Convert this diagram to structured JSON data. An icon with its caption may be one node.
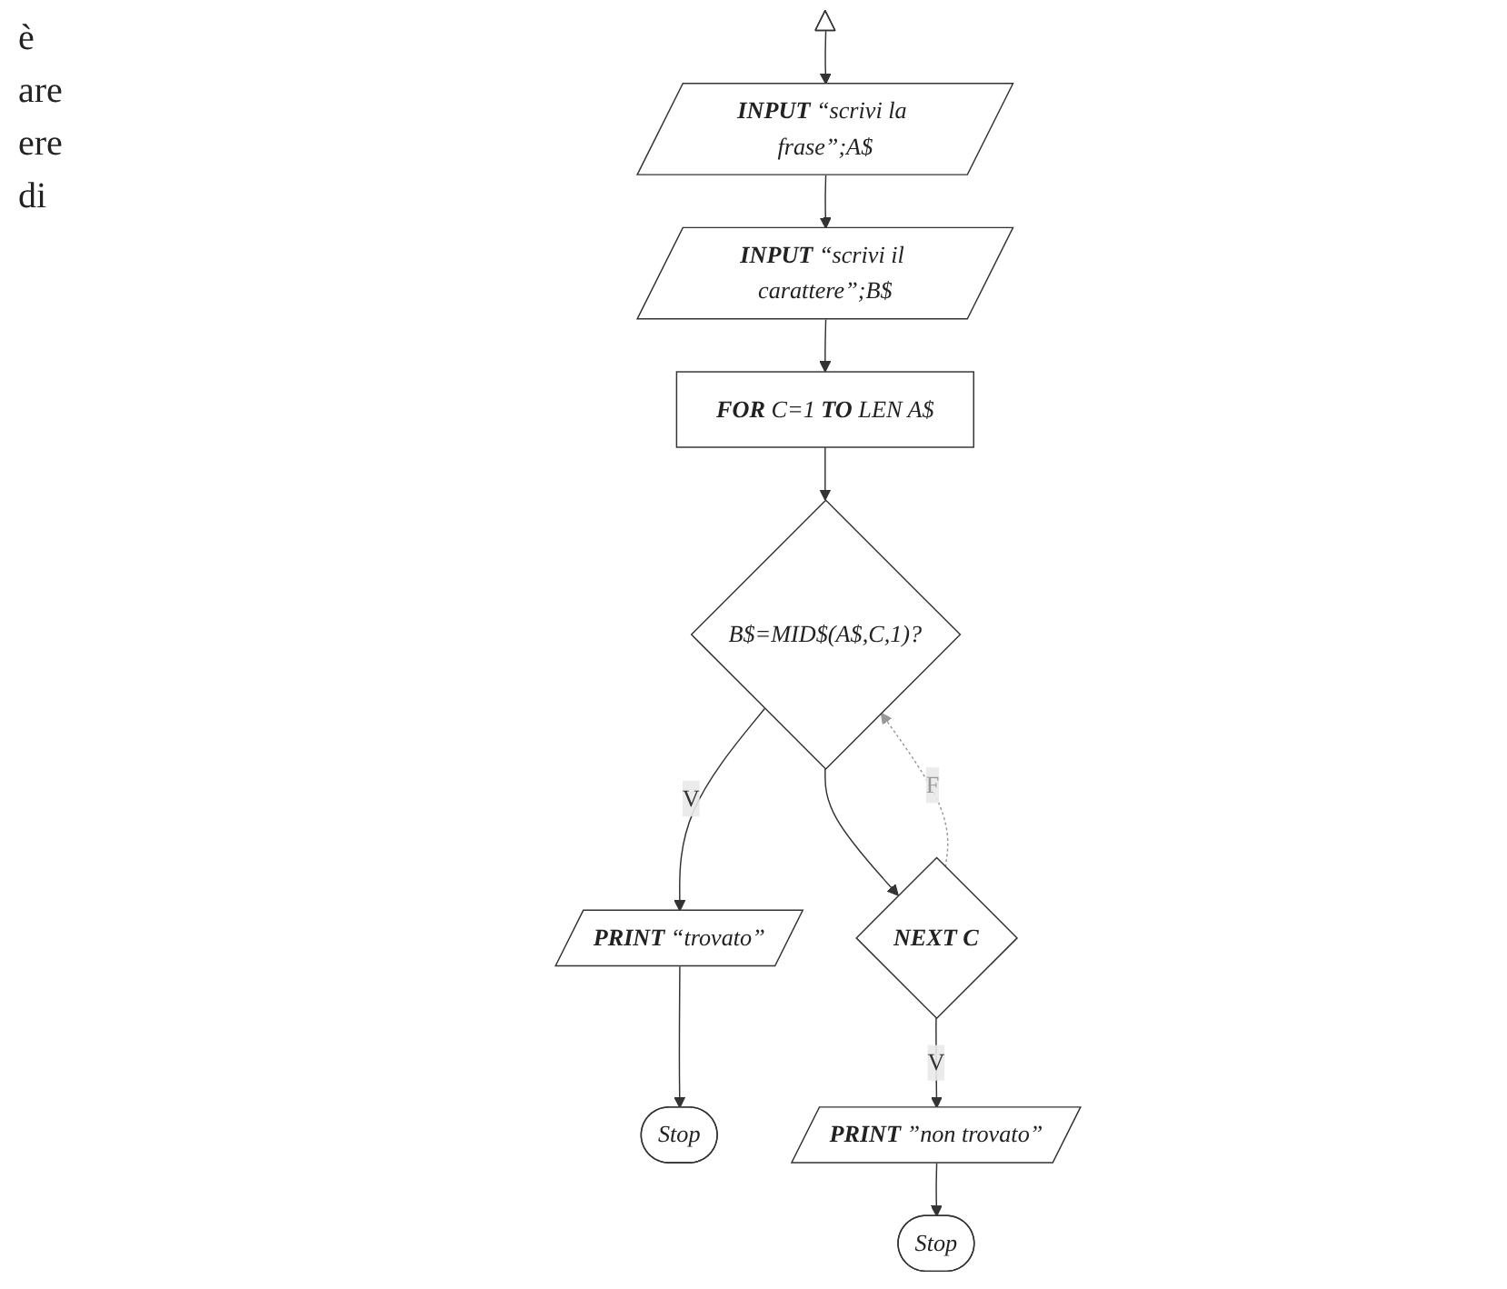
{
  "diagram": {
    "nodes": [
      {
        "text": [],
        "shape": "triangle"
      },
      {
        "text": [
          "**INPUT** “scrivi la frase”;A$"
        ]
      },
      {
        "text": [
          "**INPUT** “scrivi il carattere”;B$"
        ]
      },
      {
        "text": [
          "**FOR** C=1 **TO** LEN A$"
        ]
      },
      {
        "text": [
          "B$=MID$(A$,C,1)?"
        ]
      },
      {
        "text": [
          "**PRINT** “trovato”"
        ]
      },
      {
        "text": [
          "Stop"
        ]
      },
      {
        "text": [
          "NEXT C"
        ]
      },
      {
        "text": [
          "**PRINT** ”non trovato”"
        ]
      },
      {
        "text": [
          "Stop"
        ]
      }
    ],
    "edges": [
      {
        "from": 0,
        "to": 1,
        "arrow": "to"
      },
      {
        "from": 1,
        "to": 2,
        "arrow": "to"
      },
      {
        "from": 2,
        "to": 3,
        "arrow": "to"
      },
      {
        "from": 3,
        "to": 4,
        "arrow": "to"
      },
      {
        "from": 4,
        "to": 5,
        "arrow": "to",
        "label": "V"
      },
      {
        "from": 5,
        "to": 6,
        "arrow": "to"
      },
      {
        "from": 4,
        "to": 7,
        "arrow": "to"
      },
      {
        "from": 7,
        "to": 4,
        "arrow": "to",
        "label": "F",
        "style": "dashed",
        "color": "#999999"
      },
      {
        "from": 7,
        "to": 8,
        "arrow": "to",
        "label": "V"
      },
      {
        "from": 8,
        "to": 9,
        "arrow": "to"
      }
    ],
    "labels": [
      "è",
      "are",
      "ere",
      "di"
    ]
  }
}
